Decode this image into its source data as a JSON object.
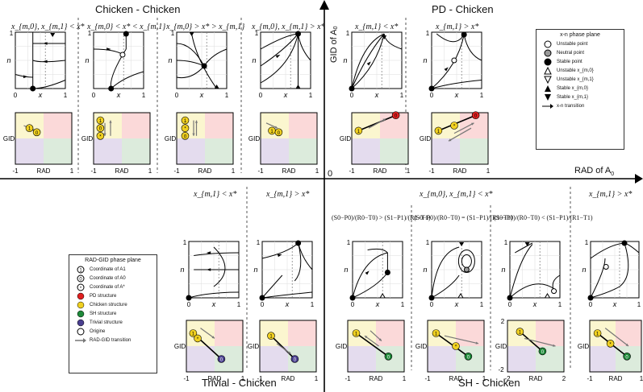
{
  "quadrants": {
    "top_left": "Chicken - Chicken",
    "top_right": "PD - Chicken",
    "bottom_left": "Trivial - Chicken",
    "bottom_right": "SH - Chicken"
  },
  "axes": {
    "y_title": "GID of A",
    "y_sub": "0",
    "x_title": "RAD of A",
    "x_sub": "0",
    "origin": "0"
  },
  "conditions": {
    "tl1": "x_{m,0}, x_{m,1} < x*",
    "tl2": "x_{m,0} < x* < x_{m,1}",
    "tl3": "x_{m,0} > x* > x_{m,1}",
    "tl4": "x_{m,0}, x_{m,1} > x*",
    "tr1": "x_{m,1} < x*",
    "tr2": "x_{m,1} > x*",
    "bl1": "x_{m,1} < x*",
    "bl2": "x_{m,1} > x*",
    "br_top": "x_{m,0}, x_{m,1} < x*",
    "br_right": "x_{m,1} > x*",
    "br_f1": "(S0−P0)/(R0−T0) > (S1−P1)/(R1−T1)",
    "br_f2": "(S0−P0)/(R0−T0) = (S1−P1)/(R1−T1)",
    "br_f3": "(S0−P0)/(R0−T0) < (S1−P1)/(R1−T1)"
  },
  "phase_axis": {
    "y": "n",
    "x": "x",
    "t0": "0",
    "t1": "1",
    "y1": "1"
  },
  "rg_axis": {
    "y": "GID",
    "x": "RAD",
    "tm1": "-1",
    "t1": "1",
    "tm2": "-2",
    "t2": "2"
  },
  "legend_xn": {
    "title": "x-n phase plane",
    "items": [
      "Unstable point",
      "Neutral point",
      "Stable point",
      "Unstable x_{m,0}",
      "Unstable x_{m,1}",
      "Stable x_{m,0}",
      "Stable x_{m,1}",
      "x-n transition"
    ]
  },
  "legend_rg": {
    "title": "RAD-GID phase plane",
    "items": [
      "Coordinate of A1",
      "Coordinate of A0",
      "Coordinate of A*",
      "PD structure",
      "Chicken structure",
      "SH structure",
      "Trivial structure",
      "Origine",
      "RAD-GID transition"
    ],
    "colors": {
      "pd": "#e02020",
      "chicken": "#f0d020",
      "sh": "#1f8a3a",
      "trivial": "#4a3f8f"
    }
  },
  "region_colors": {
    "tl": "#fbf6cf",
    "tr": "#fbd9d9",
    "bl": "#e4dcee",
    "br": "#dcebdc"
  }
}
